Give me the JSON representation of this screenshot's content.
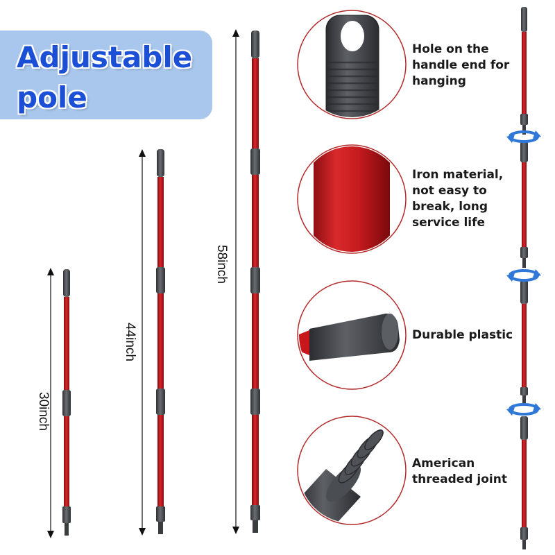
{
  "title_line1": "Adjustable",
  "title_line2": "pole",
  "lengths": [
    "30inch",
    "44inch",
    "58inch"
  ],
  "features": [
    {
      "line1": "Hole on the",
      "line2": "handle end for",
      "line3": "hanging",
      "line4": ""
    },
    {
      "line1": "Iron material,",
      "line2": "not easy to",
      "line3": "break, long",
      "line4": "service life"
    },
    {
      "line1": "Durable plastic",
      "line2": "",
      "line3": "",
      "line4": ""
    },
    {
      "line1": "American",
      "line2": "threaded joint",
      "line3": "",
      "line4": ""
    }
  ],
  "colors": {
    "title": "#1b4fd6",
    "banner": "#a9c7ec",
    "pole": "#c8171b",
    "grip": "#4a4d52",
    "circle_border": "#b32a2a",
    "rotate_arrow": "#2f78d8"
  }
}
